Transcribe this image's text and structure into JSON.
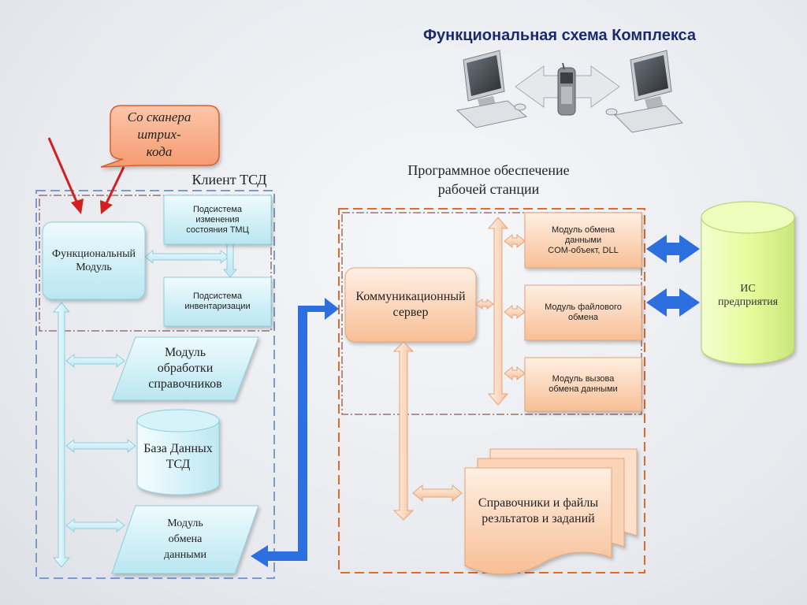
{
  "title": "Функциональная схема Комплекса",
  "callout": {
    "lines": [
      "Со сканера",
      "штрих-",
      "кода"
    ]
  },
  "client": {
    "label": "Клиент ТСД",
    "functional_module": [
      "Функциональный",
      "Модуль"
    ],
    "subsystem_tmc": [
      "Подсистема",
      "изменения",
      "состояния ТМЦ"
    ],
    "subsystem_inventory": [
      "Подсистема",
      "инвентаризации"
    ],
    "directory_module": [
      "Модуль",
      "обработки",
      "справочников"
    ],
    "database": [
      "База Данных",
      "ТСД"
    ],
    "exchange_module": [
      "Модуль",
      "обмена",
      "данными"
    ]
  },
  "workstation": {
    "label": [
      "Программное обеспечение",
      "рабочей станции"
    ],
    "comm_server": [
      "Коммуникационный",
      "сервер"
    ],
    "module_com": [
      "Модуль обмена",
      "данными",
      "COM-объект, DLL"
    ],
    "module_file": [
      "Модуль файлового",
      "обмена"
    ],
    "module_call": [
      "Модуль вызова",
      "обмена данными"
    ],
    "files": [
      "Справочники и файлы",
      "резльтатов и заданий"
    ]
  },
  "enterprise": {
    "label": [
      "ИС",
      "предприятия"
    ]
  },
  "colors": {
    "title": "#1b2a6b",
    "blue_frame": "#7a9ccc",
    "orange_frame": "#e06a2a",
    "dashdot": "#7a4a4a",
    "blue_arrow": "#2e6fe0",
    "red_arrow": "#d21f1f"
  }
}
